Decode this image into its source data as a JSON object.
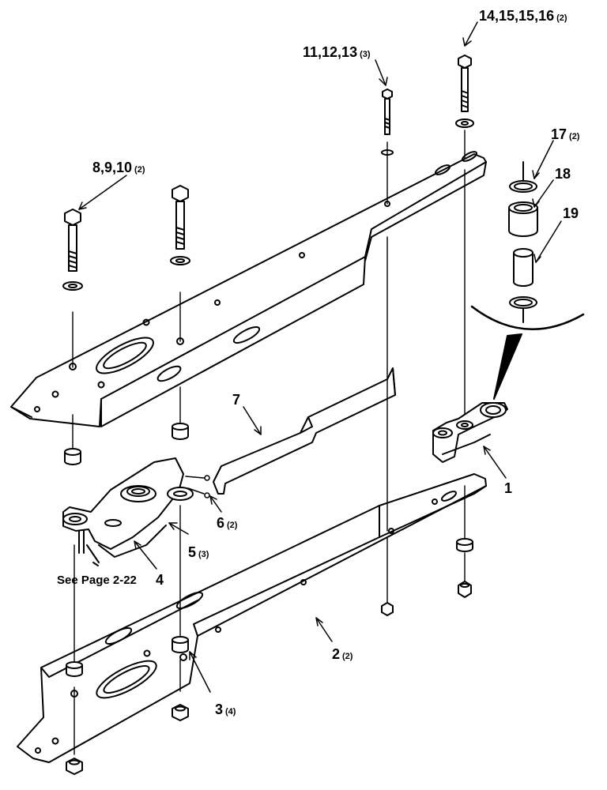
{
  "callouts": {
    "c14": {
      "text": "14,15,15,16",
      "qty": "(2)"
    },
    "c11": {
      "text": "11,12,13",
      "qty": "(3)"
    },
    "c17": {
      "text": "17",
      "qty": "(2)"
    },
    "c18": {
      "text": "18"
    },
    "c19": {
      "text": "19"
    },
    "c8": {
      "text": "8,9,10",
      "qty": "(2)"
    },
    "c7": {
      "text": "7"
    },
    "c1": {
      "text": "1"
    },
    "c6": {
      "text": "6",
      "qty": "(2)"
    },
    "c5": {
      "text": "5",
      "qty": "(3)"
    },
    "c4": {
      "text": "4"
    },
    "c2": {
      "text": "2",
      "qty": "(2)"
    },
    "c3": {
      "text": "3",
      "qty": "(4)"
    }
  },
  "note": "See Page 2-22"
}
